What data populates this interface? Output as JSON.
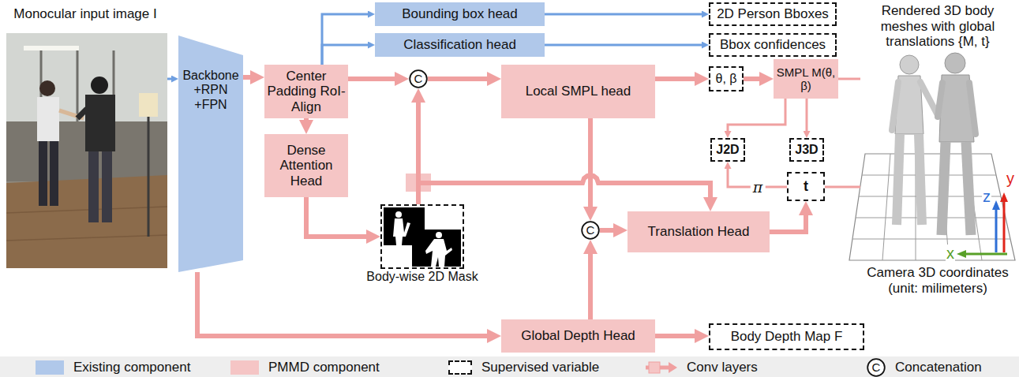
{
  "diagram": {
    "nodes": [
      {
        "text": [
          "Monocular input image I"
        ]
      },
      {
        "text": [
          "Backbone +RPN +FPN"
        ]
      },
      {
        "text": [
          "Bounding box head"
        ]
      },
      {
        "text": [
          "Classification head"
        ]
      },
      {
        "text": [
          "2D Person Bboxes"
        ]
      },
      {
        "text": [
          "Bbox confidences"
        ]
      },
      {
        "text": [
          "Rendered 3D body meshes with global translations {M, t}"
        ]
      },
      {
        "text": [
          "Center Padding RoI-Align"
        ]
      },
      {
        "text": [
          "C"
        ]
      },
      {
        "text": [
          "Local SMPL head"
        ]
      },
      {
        "text": [
          "θ, β"
        ]
      },
      {
        "text": [
          "SMPL M(θ, β)"
        ]
      },
      {
        "text": [
          "Dense Attention Head"
        ]
      },
      {
        "text": [
          "J2D"
        ]
      },
      {
        "text": [
          "J3D"
        ]
      },
      {
        "text": [
          "t"
        ]
      },
      {
        "text": [
          "Body-wise 2D Mask"
        ]
      },
      {
        "text": [
          "C"
        ]
      },
      {
        "text": [
          "Translation Head"
        ]
      },
      {
        "text": [
          "Global Depth Head"
        ]
      },
      {
        "text": [
          "Body Depth Map F"
        ]
      }
    ],
    "edges": [
      {
        "from": 0,
        "to": 1,
        "arrow": "to"
      },
      {
        "from": 1,
        "to": 7,
        "arrow": "to"
      },
      {
        "from": 7,
        "to": 2,
        "arrow": "to"
      },
      {
        "from": 7,
        "to": 3,
        "arrow": "to"
      },
      {
        "from": 2,
        "to": 4,
        "arrow": "to"
      },
      {
        "from": 3,
        "to": 5,
        "arrow": "to"
      },
      {
        "from": 7,
        "to": 8,
        "arrow": "to"
      },
      {
        "from": 7,
        "to": 12,
        "arrow": "to"
      },
      {
        "from": 12,
        "to": 16,
        "arrow": "to"
      },
      {
        "from": 16,
        "to": 8,
        "arrow": "to"
      },
      {
        "from": 16,
        "to": 18,
        "arrow": "to"
      },
      {
        "from": 8,
        "to": 9,
        "arrow": "to"
      },
      {
        "from": 9,
        "to": 10,
        "arrow": "to"
      },
      {
        "from": 10,
        "to": 11,
        "arrow": "to"
      },
      {
        "from": 11,
        "to": 13,
        "arrow": "to"
      },
      {
        "from": 11,
        "to": 14,
        "arrow": "to"
      },
      {
        "from": 11,
        "to": 6,
        "arrow": "none"
      },
      {
        "from": 9,
        "to": 17,
        "arrow": "to"
      },
      {
        "from": 19,
        "to": 17,
        "arrow": "to"
      },
      {
        "from": 17,
        "to": 18,
        "arrow": "to"
      },
      {
        "from": 18,
        "to": 15,
        "arrow": "to"
      },
      {
        "from": 15,
        "to": 13,
        "label": "π",
        "arrow": "to"
      },
      {
        "from": 15,
        "to": 6,
        "arrow": "none"
      },
      {
        "from": 1,
        "to": 19,
        "arrow": "to"
      },
      {
        "from": 19,
        "to": 20,
        "arrow": "to"
      }
    ],
    "labels": [
      "z",
      "y",
      "x",
      "Camera 3D coordinates (unit: milimeters)",
      "C"
    ],
    "legend": [
      {
        "text": "Existing component",
        "color": "#b0c8ea"
      },
      {
        "text": "PMMD component",
        "color": "#f5c5c5"
      },
      {
        "text": "Supervised variable"
      },
      {
        "text": "Conv layers"
      },
      {
        "text": "Concatenation"
      }
    ]
  }
}
